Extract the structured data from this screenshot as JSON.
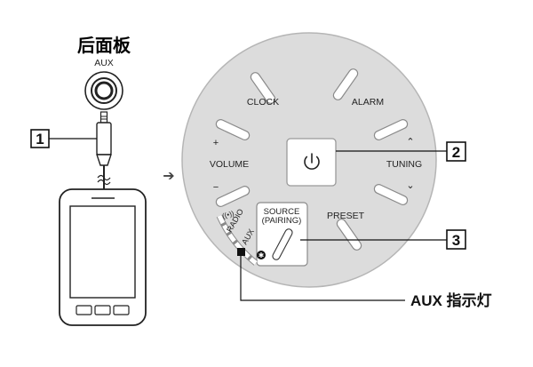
{
  "panel": {
    "title": "后面板",
    "port_label": "AUX",
    "arrow": "➔"
  },
  "device": {
    "buttons": {
      "clock": "CLOCK",
      "alarm": "ALARM",
      "volume": "VOLUME",
      "tuning": "TUNING",
      "preset": "PRESET",
      "source_line1": "SOURCE",
      "source_line2": "(PAIRING)",
      "volume_plus": "+",
      "volume_minus": "−",
      "tuning_up": "⌃",
      "tuning_down": "⌄"
    },
    "source_indicators": {
      "radio": "RADIO",
      "aux": "AUX",
      "bt_symbol": "✱",
      "top_symbol": "((•))"
    },
    "power_icon": "power-icon"
  },
  "callouts": {
    "c1": "1",
    "c2": "2",
    "c3": "3",
    "aux_indicator": "AUX 指示灯"
  },
  "colors": {
    "device_fill": "#dcdcdc",
    "device_edge": "#bdbdbd",
    "button_fill": "#ffffff",
    "line": "#1a1a1a"
  }
}
